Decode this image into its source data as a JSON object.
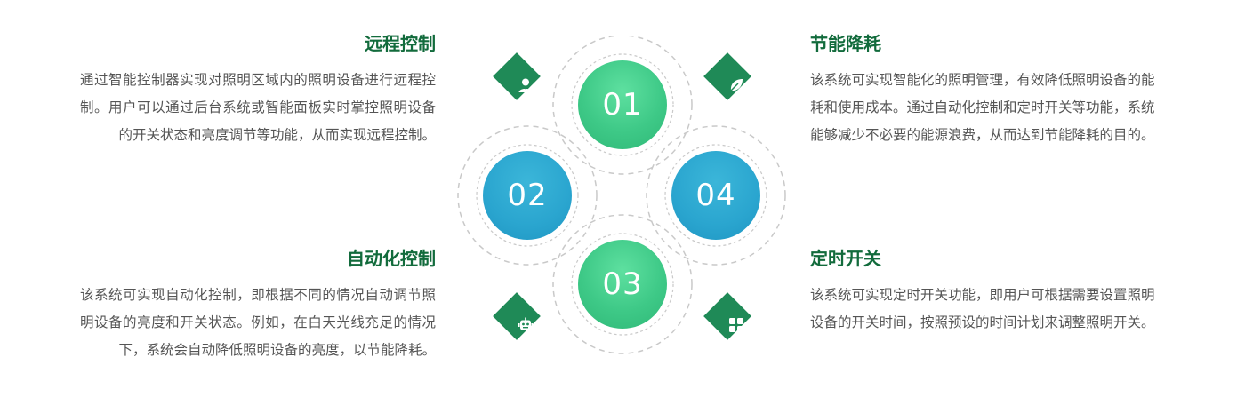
{
  "colors": {
    "title_green": "#126b3c",
    "text_gray": "#555555",
    "circle_green": "#3ec987",
    "circle_blue": "#2aa5cf",
    "diamond_green": "#1f8a57",
    "dashed_ring": "#c9c9c9"
  },
  "left_top": {
    "title": "远程控制",
    "desc": "通过智能控制器实现对照明区域内的照明设备进行远程控制。用户可以通过后台系统或智能面板实时掌控照明设备的开关状态和亮度调节等功能，从而实现远程控制。"
  },
  "left_bottom": {
    "title": "自动化控制",
    "desc": "该系统可实现自动化控制，即根据不同的情况自动调节照明设备的亮度和开关状态。例如，在白天光线充足的情况下，系统会自动降低照明设备的亮度，以节能降耗。"
  },
  "right_top": {
    "title": "节能降耗",
    "desc": "该系统可实现智能化的照明管理，有效降低照明设备的能耗和使用成本。通过自动化控制和定时开关等功能，系统能够减少不必要的能源浪费，从而达到节能降耗的目的。"
  },
  "right_bottom": {
    "title": "定时开关",
    "desc": "该系统可实现定时开关功能，即用户可根据需要设置照明设备的开关时间，按照预设的时间计划来调整照明开关。"
  },
  "diagram": {
    "circles": [
      "01",
      "02",
      "03",
      "04"
    ],
    "icons": [
      "user-icon",
      "leaf-icon",
      "robot-icon",
      "apps-grid-icon"
    ]
  }
}
